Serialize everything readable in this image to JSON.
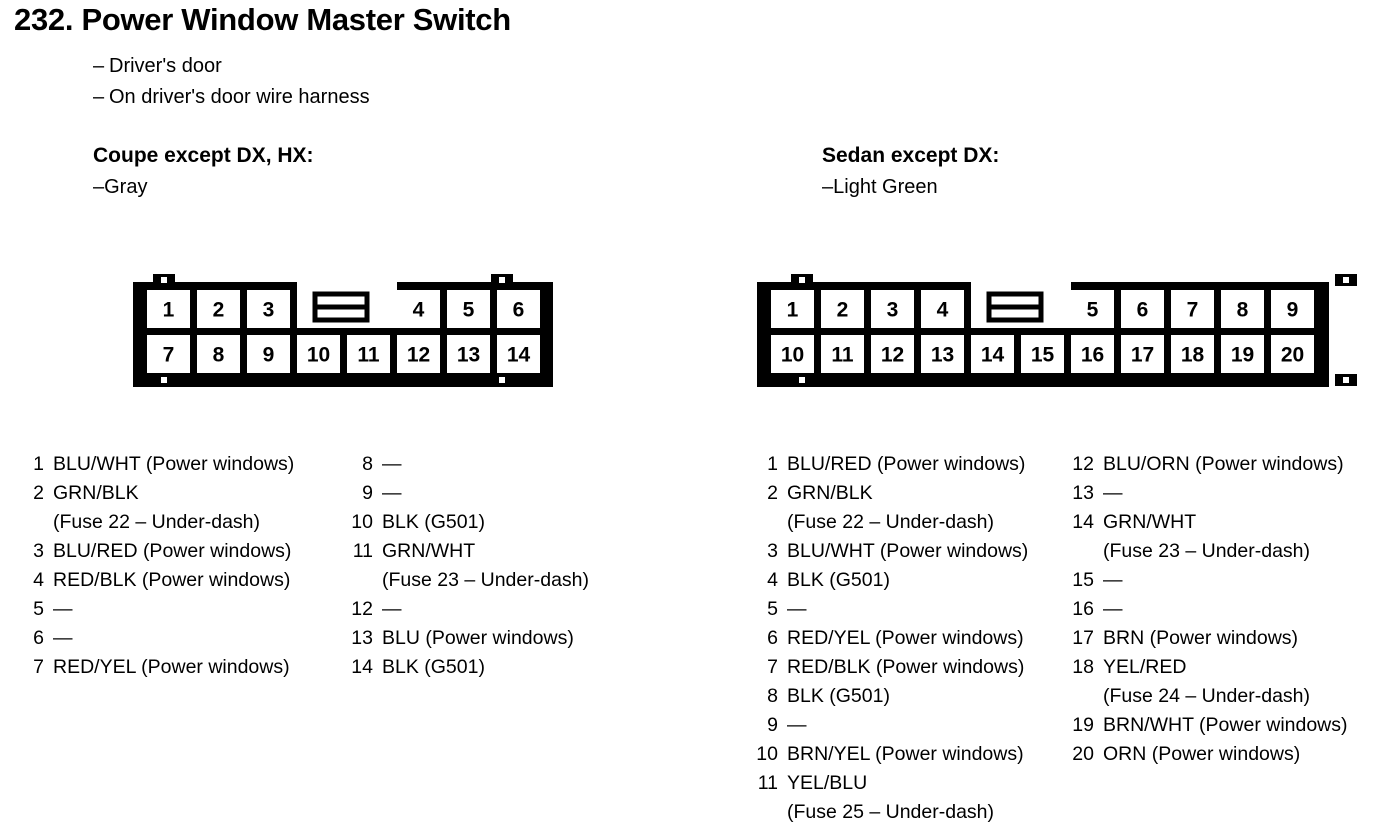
{
  "header": {
    "number": "232.",
    "title": "232.  Power Window Master Switch",
    "notes": [
      "Driver's door",
      "On driver's door wire harness"
    ]
  },
  "sections": {
    "coupe": {
      "heading": "Coupe except DX, HX:",
      "color": "Gray",
      "connector": {
        "pin_count": 14,
        "top_row": [
          "1",
          "2",
          "3",
          "4",
          "5",
          "6"
        ],
        "bottom_row": [
          "7",
          "8",
          "9",
          "10",
          "11",
          "12",
          "13",
          "14"
        ]
      }
    },
    "sedan": {
      "heading": "Sedan except DX:",
      "color": "Light Green",
      "connector": {
        "pin_count": 20,
        "top_row": [
          "1",
          "2",
          "3",
          "4",
          "5",
          "6",
          "7",
          "8",
          "9"
        ],
        "bottom_row": [
          "10",
          "11",
          "12",
          "13",
          "14",
          "15",
          "16",
          "17",
          "18",
          "19",
          "20"
        ]
      }
    }
  },
  "coupe_terminals_left": [
    {
      "num": "1",
      "desc": "BLU/WHT (Power windows)"
    },
    {
      "num": "2",
      "desc": "GRN/BLK",
      "cont": "(Fuse 22 – Under-dash)"
    },
    {
      "num": "3",
      "desc": "BLU/RED (Power windows)"
    },
    {
      "num": "4",
      "desc": "RED/BLK (Power windows)"
    },
    {
      "num": "5",
      "desc": "—"
    },
    {
      "num": "6",
      "desc": "—"
    },
    {
      "num": "7",
      "desc": "RED/YEL (Power windows)"
    }
  ],
  "coupe_terminals_right": [
    {
      "num": "8",
      "desc": "—"
    },
    {
      "num": "9",
      "desc": "—"
    },
    {
      "num": "10",
      "desc": "BLK (G501)"
    },
    {
      "num": "11",
      "desc": "GRN/WHT",
      "cont": "(Fuse 23 – Under-dash)"
    },
    {
      "num": "12",
      "desc": "—"
    },
    {
      "num": "13",
      "desc": "BLU (Power windows)"
    },
    {
      "num": "14",
      "desc": "BLK (G501)"
    }
  ],
  "sedan_terminals_left": [
    {
      "num": "1",
      "desc": "BLU/RED (Power windows)"
    },
    {
      "num": "2",
      "desc": "GRN/BLK",
      "cont": "(Fuse 22 – Under-dash)"
    },
    {
      "num": "3",
      "desc": "BLU/WHT (Power windows)"
    },
    {
      "num": "4",
      "desc": "BLK (G501)"
    },
    {
      "num": "5",
      "desc": "—"
    },
    {
      "num": "6",
      "desc": "RED/YEL (Power windows)"
    },
    {
      "num": "7",
      "desc": "RED/BLK (Power windows)"
    },
    {
      "num": "8",
      "desc": "BLK (G501)"
    },
    {
      "num": "9",
      "desc": "—"
    },
    {
      "num": "10",
      "desc": "BRN/YEL (Power windows)"
    },
    {
      "num": "11",
      "desc": "YEL/BLU",
      "cont": "(Fuse 25 – Under-dash)"
    }
  ],
  "sedan_terminals_right": [
    {
      "num": "12",
      "desc": "BLU/ORN (Power windows)"
    },
    {
      "num": "13",
      "desc": "—"
    },
    {
      "num": "14",
      "desc": "GRN/WHT",
      "cont": "(Fuse 23 – Under-dash)"
    },
    {
      "num": "15",
      "desc": "—"
    },
    {
      "num": "16",
      "desc": "—"
    },
    {
      "num": "17",
      "desc": "BRN (Power windows)"
    },
    {
      "num": "18",
      "desc": "YEL/RED",
      "cont": "(Fuse 24 – Under-dash)"
    },
    {
      "num": "19",
      "desc": "BRN/WHT (Power windows)"
    },
    {
      "num": "20",
      "desc": "ORN (Power windows)"
    }
  ],
  "style": {
    "ink": "#000000",
    "paper": "#ffffff"
  }
}
